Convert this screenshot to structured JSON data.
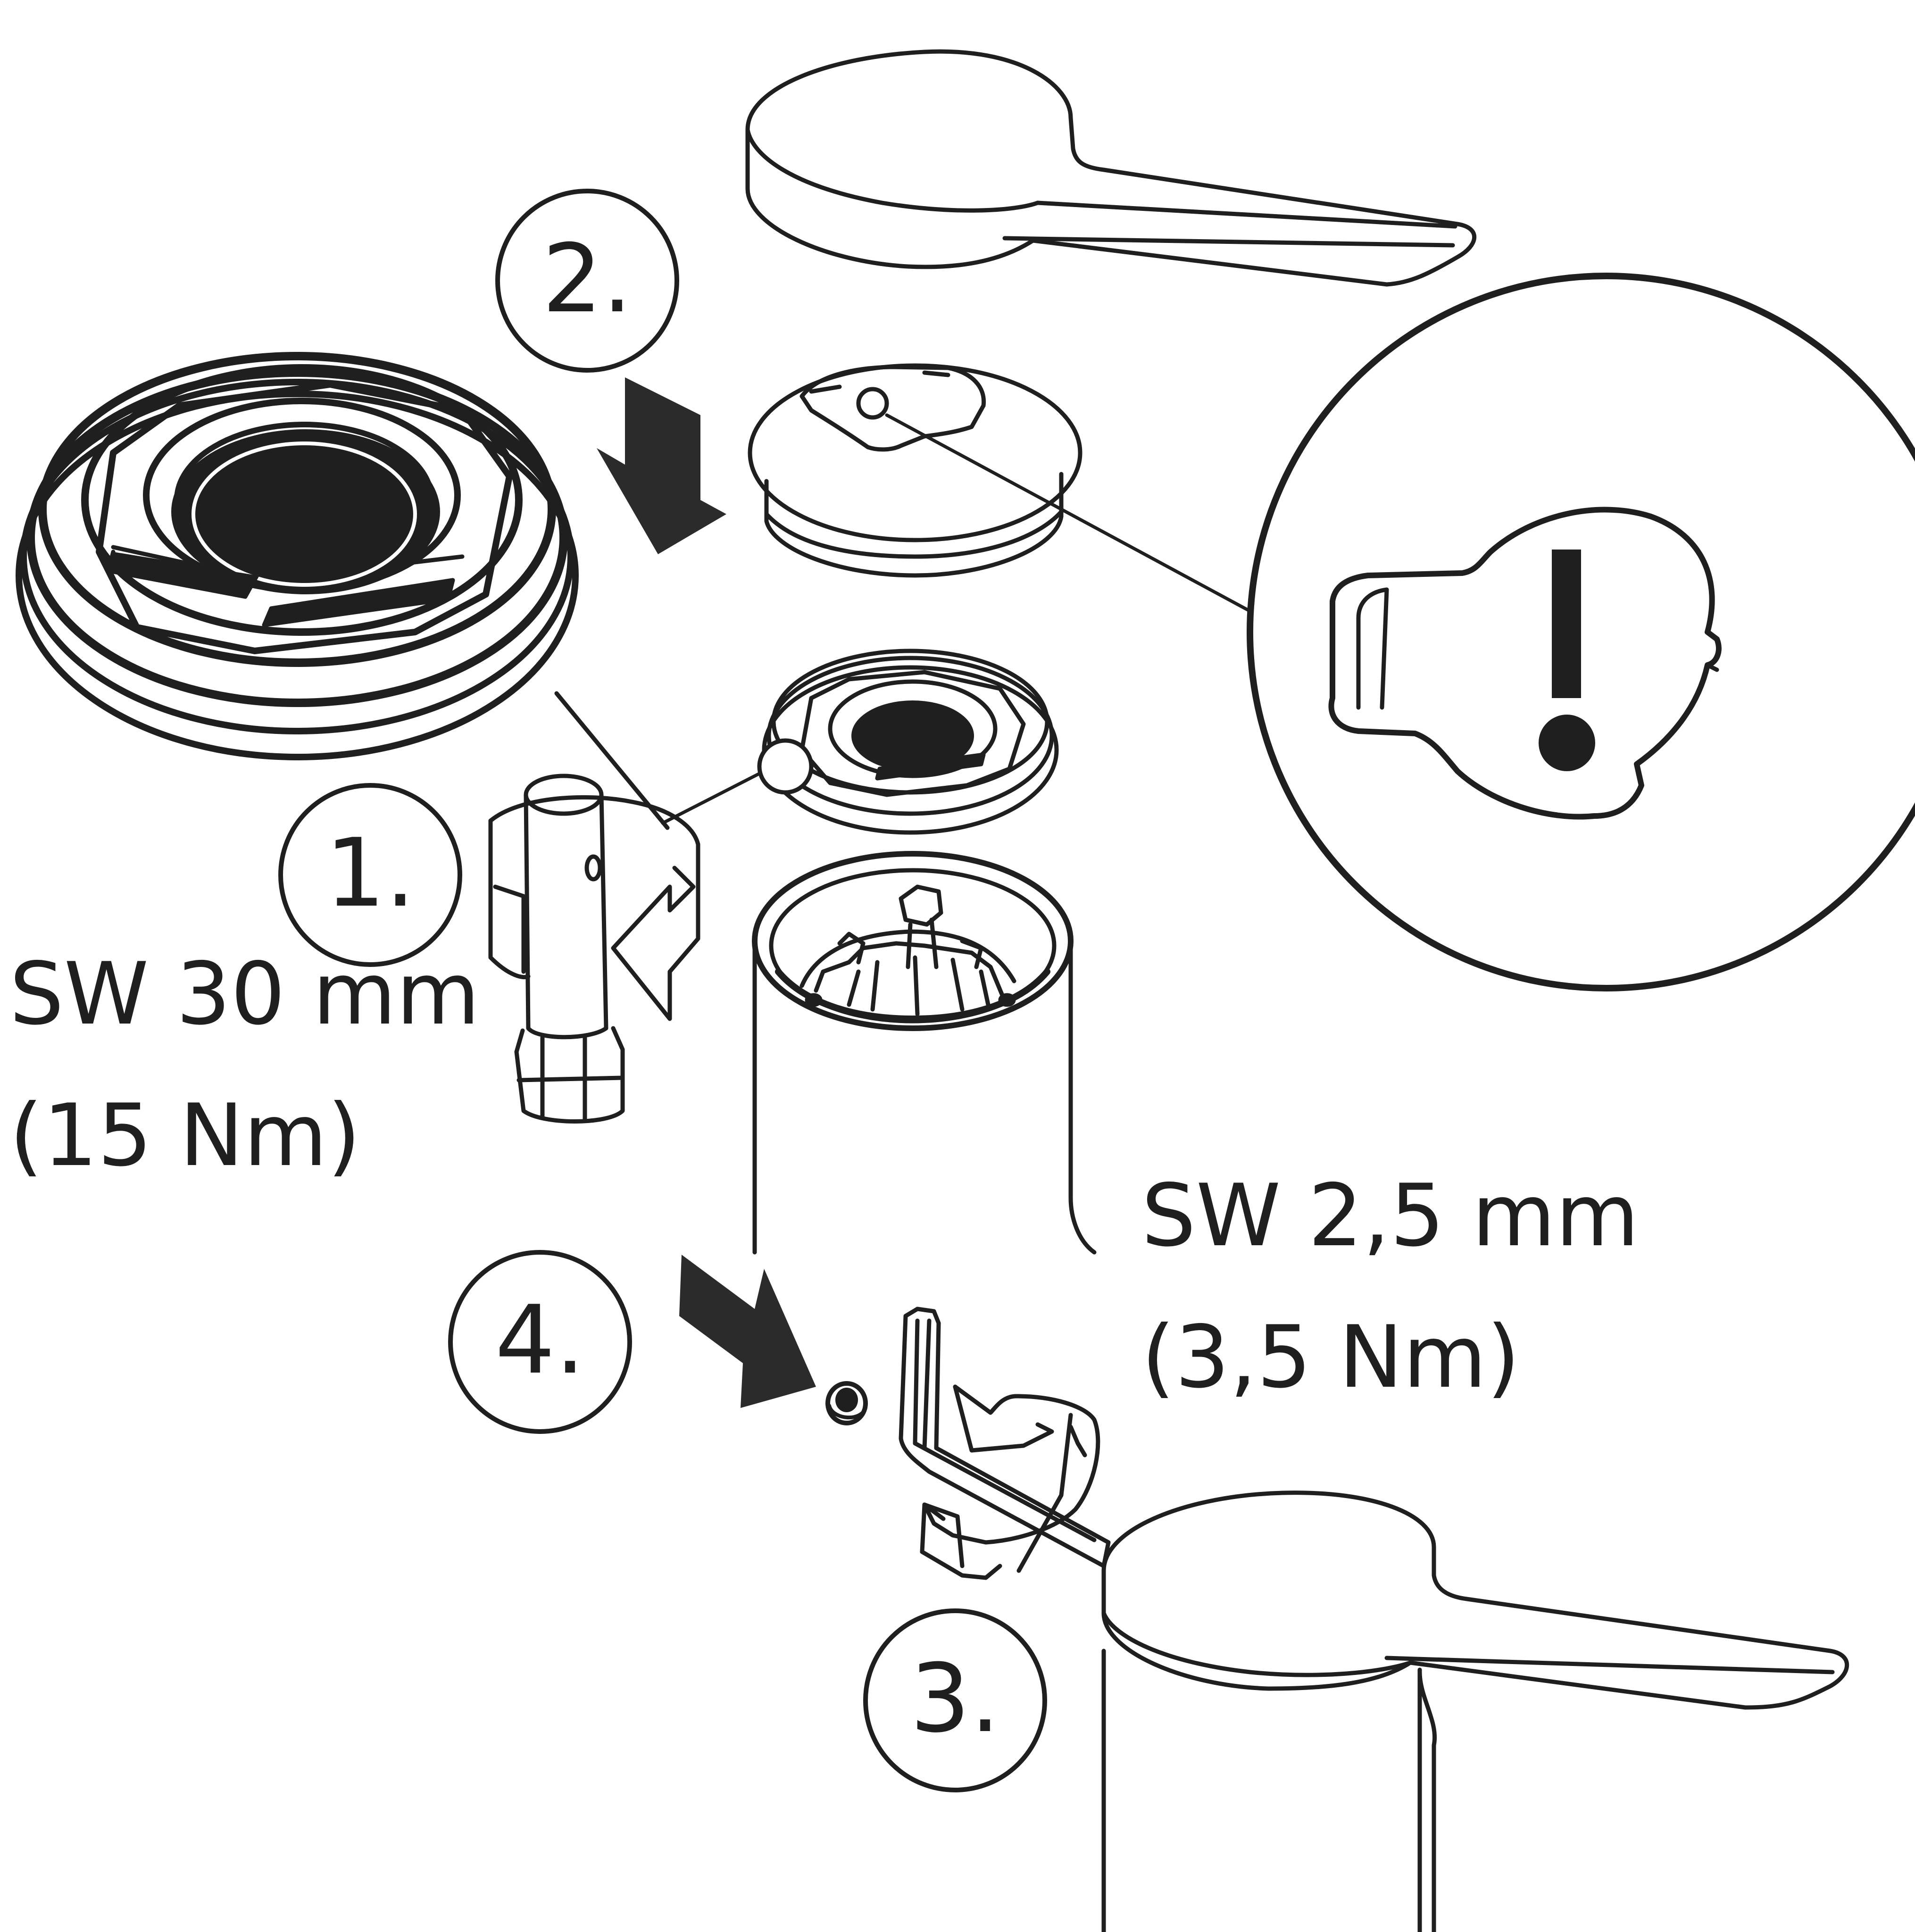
{
  "steps": {
    "step1": "1.",
    "step2": "2.",
    "step3": "3.",
    "step4": "4."
  },
  "labels": {
    "nut_wrench_size": "SW 30 mm",
    "nut_torque": "(15 Nm)",
    "hex_key_size": "SW 2,5 mm",
    "hex_key_torque": "(3,5 Nm)"
  },
  "icons": {
    "warning": "exclamation-mark"
  },
  "colors": {
    "ink": "#1f1f1f",
    "arrow": "#2b2b2b",
    "background": "#ffffff"
  }
}
